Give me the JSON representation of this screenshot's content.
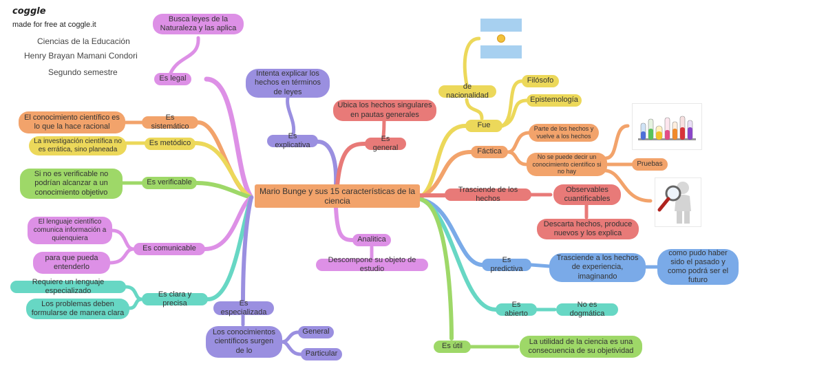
{
  "brand": "coggle",
  "made_for": "made for free at coggle.it",
  "header_lines": [
    "Ciencias de la Educación",
    "Henry Brayan Mamani Condori",
    "Segundo semestre"
  ],
  "central": "Mario Bunge y sus 15 características de la ciencia",
  "nodes": {
    "busca": "Busca leyes de la Naturaleza y las aplica",
    "legal": "Es legal",
    "intenta": "Intenta explicar los hechos en términos de leyes",
    "ubica": "Ubica los hechos singulares en pautas generales",
    "explicativa": "Es explicativa",
    "general": "Es general",
    "conocimiento_racional": "El conocimiento científico es lo que la hace racional",
    "sistematico": "Es sistemático",
    "investigacion": "La investigación científica no es errática, sino planeada",
    "metodico": "Es metódico",
    "si_no_verificable": "Si no es verificable no podrían alcanzar a un conocimiento objetivo",
    "verificable": "Es verificable",
    "lenguaje_cientifico": "El lenguaje científico comunica información a quienquiera",
    "para_que": "para que pueda entenderlo",
    "comunicable": "Es comunicable",
    "requiere": "Requiere un lenguaje especializado",
    "problemas": "Los problemas deben formularse de manera clara",
    "clara": "Es clara y precisa",
    "especializada": "Es especializada",
    "conocimientos": "Los conocimientos científicos surgen de lo",
    "general2": "General",
    "particular": "Particular",
    "analitica": "Analitica",
    "descompone": "Descompone su objeto de estudio",
    "nacionalidad": "de nacionalidad",
    "fue": "Fue",
    "filosofo": "Filósofo",
    "epistemologia": "Epistemología",
    "factica": "Fáctica",
    "parte": "Parte de los hechos y vuelve a los hechos",
    "no_se_puede": "No se puede decir un conocimiento científico si no hay",
    "pruebas": "Pruebas",
    "trasciende": "Trasciende de los hechos",
    "observables": "Observables cuantificables",
    "descarta": "Descarta hechos, produce nuevos y los explica",
    "predictiva": "Es predictiva",
    "trasciende_exp": "Trasciende a los hechos de experiencia, imaginando",
    "como_pudo": "como pudo haber sido el pasado y como podrá ser el futuro",
    "abierto": "Es abierto",
    "no_dogmatica": "No es dogmática",
    "util": "Es útil",
    "utilidad": "La utilidad de la ciencia es una consecuencia de su objetividad"
  },
  "colors": {
    "pink": "#dd90e6",
    "orange": "#f2a36b",
    "yellow": "#ecd85a",
    "green": "#9ed868",
    "teal": "#67d7c4",
    "purple": "#9a8fe0",
    "red": "#e87a78",
    "blue": "#7aaae8",
    "central": "#f2a36b"
  },
  "icons": [
    "argentina-flag-icon",
    "test-tubes-icon",
    "magnifier-figure-icon"
  ]
}
